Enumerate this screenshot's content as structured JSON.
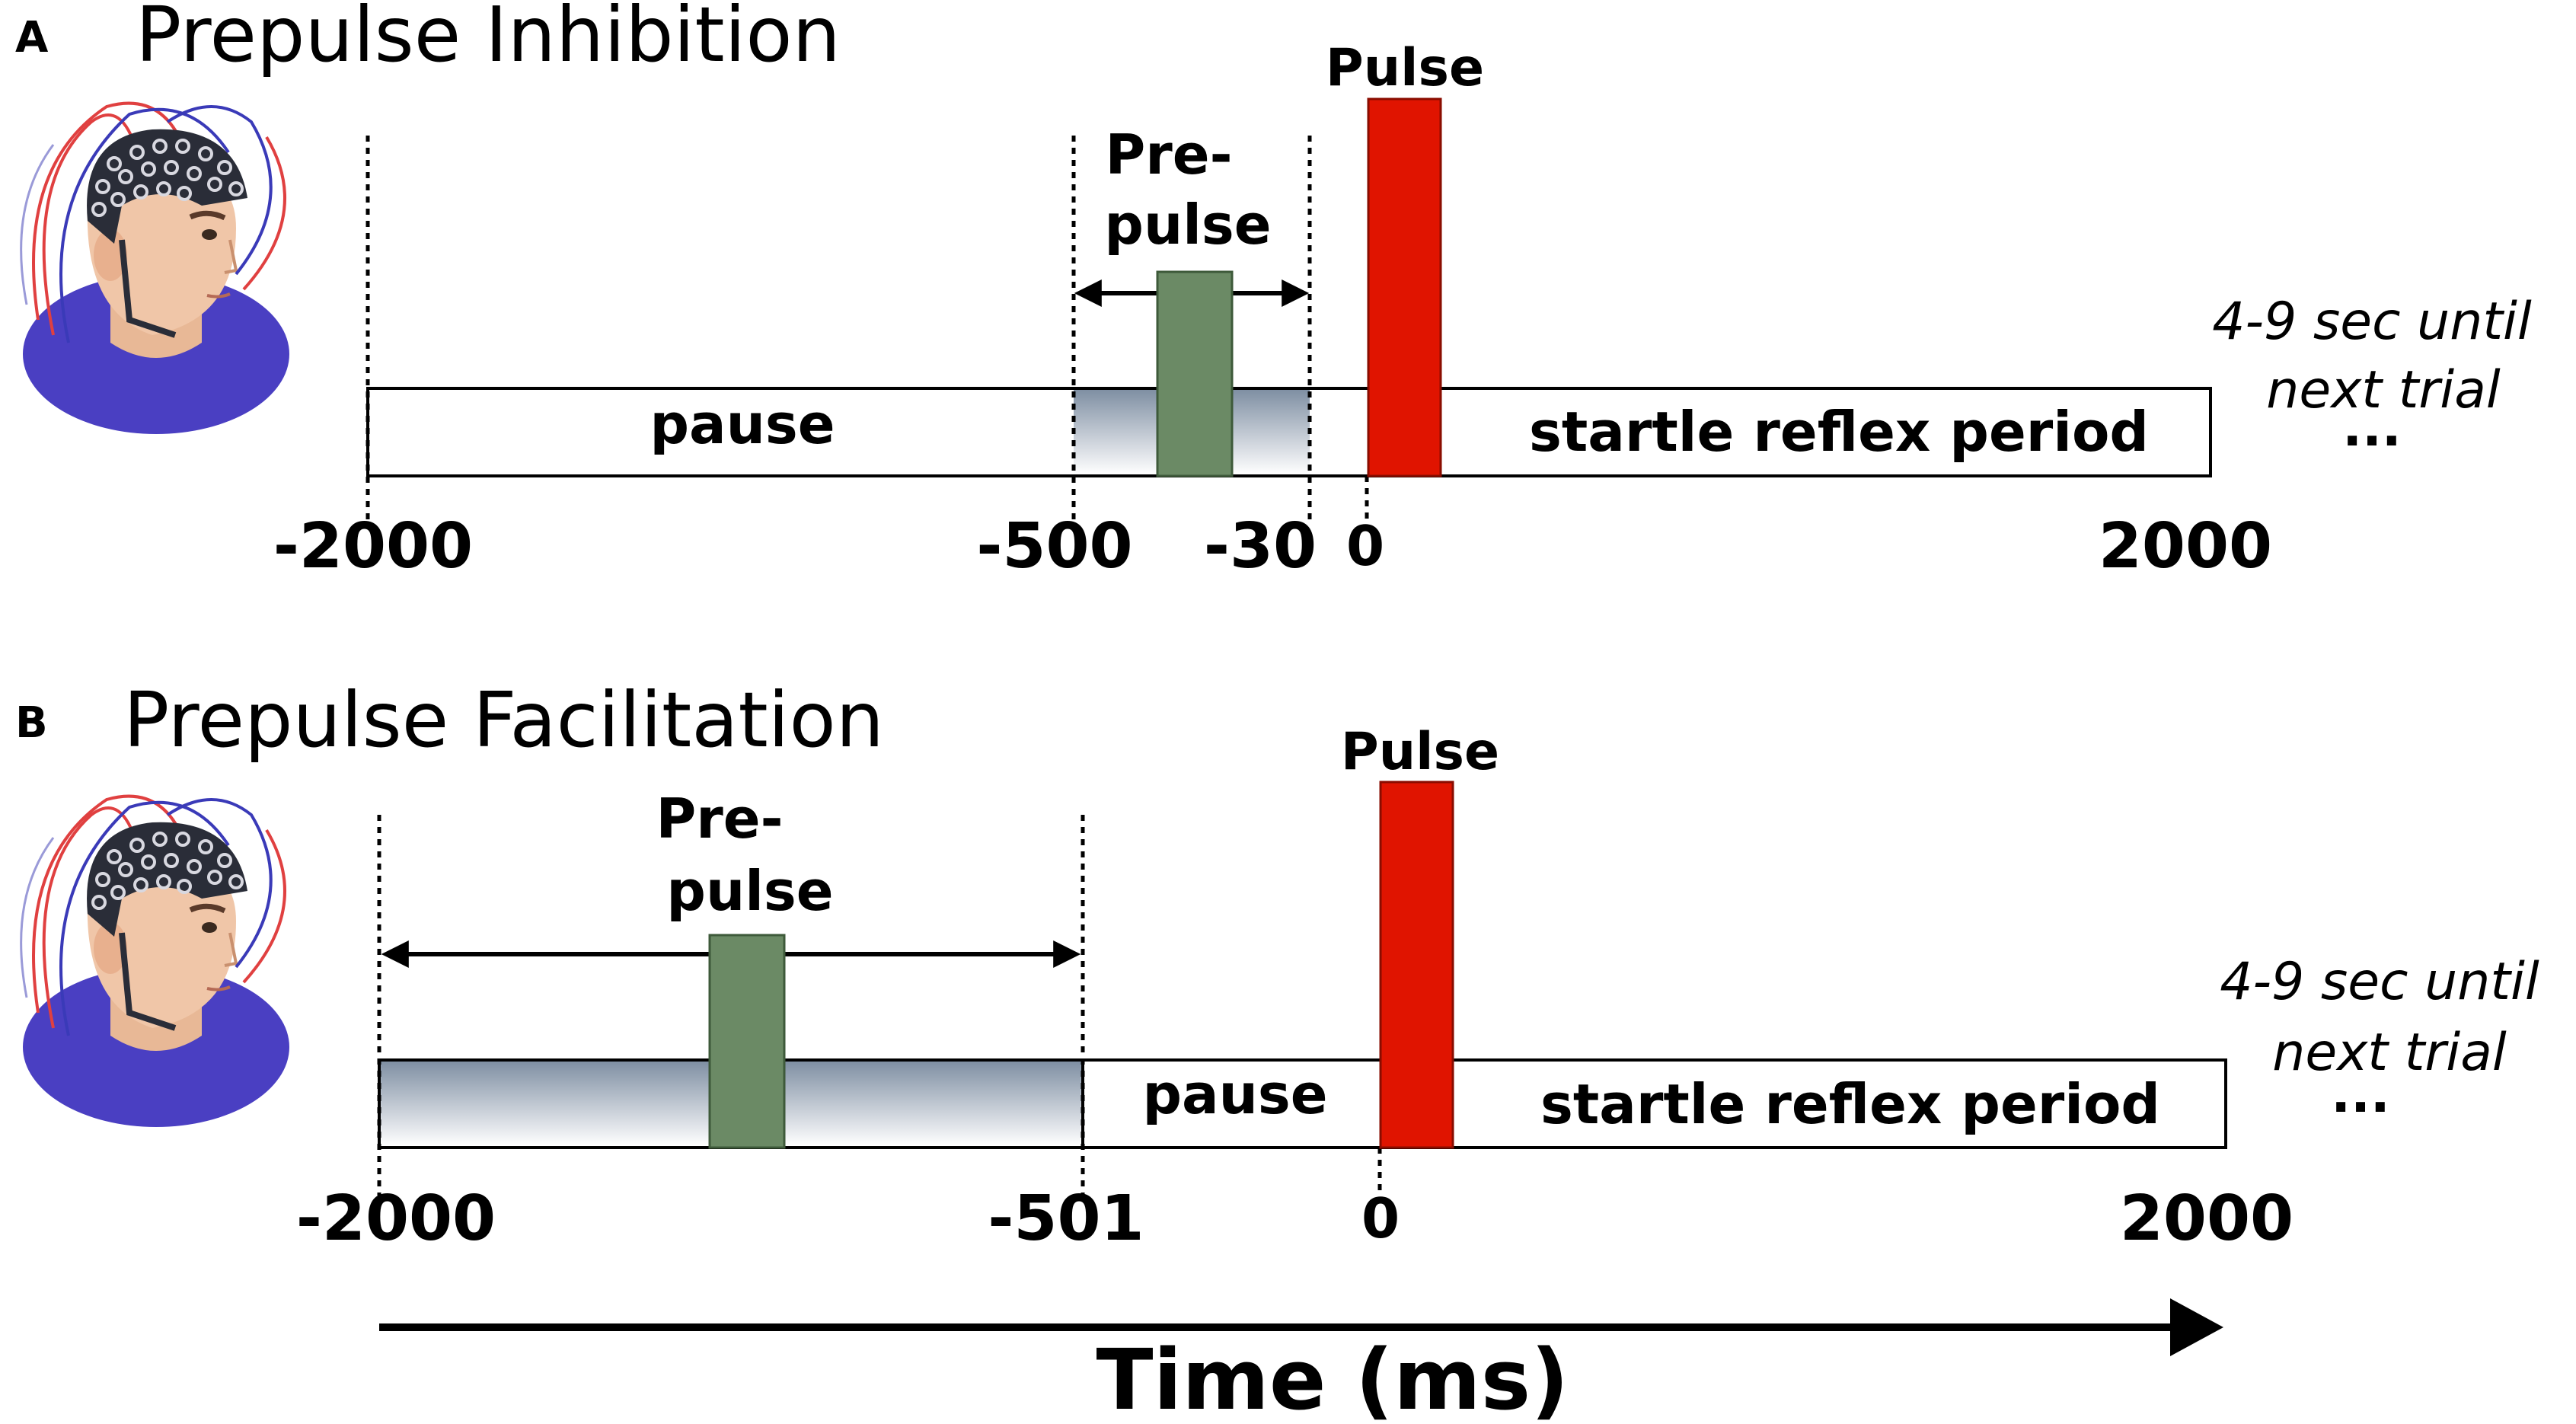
{
  "panel_a": {
    "letter": "A",
    "title": "Prepulse Inhibition",
    "pulse_label": "Pulse",
    "prepulse_label_line1": "Pre-",
    "prepulse_label_line2": "pulse",
    "pause_label": "pause",
    "startle_label": "startle reflex period",
    "next_trial_line1": "4-9 sec until",
    "next_trial_line2": "next trial",
    "ellipsis": "...",
    "ticks": [
      "-2000",
      "-500",
      "-30",
      "0",
      "2000"
    ]
  },
  "panel_b": {
    "letter": "B",
    "title": "Prepulse Facilitation",
    "pulse_label": "Pulse",
    "prepulse_label_line1": "Pre-",
    "prepulse_label_line2": "pulse",
    "pause_label": "pause",
    "startle_label": "startle reflex period",
    "next_trial_line1": "4-9 sec until",
    "next_trial_line2": "next trial",
    "ellipsis": "...",
    "ticks": [
      "-2000",
      "-501",
      "0",
      "2000"
    ]
  },
  "axis_label": "Time (ms)",
  "colors": {
    "pulse": "#e01400",
    "prepulse": "#6b8a65",
    "window_gradient_top": "#7f8fa3",
    "window_gradient_bottom": "#ffffff",
    "cap": "#2a2d38",
    "shirt": "#4a3fc2",
    "skin": "#f0c6a8",
    "wire_red": "#e04040",
    "wire_blue": "#3a3ab8"
  }
}
